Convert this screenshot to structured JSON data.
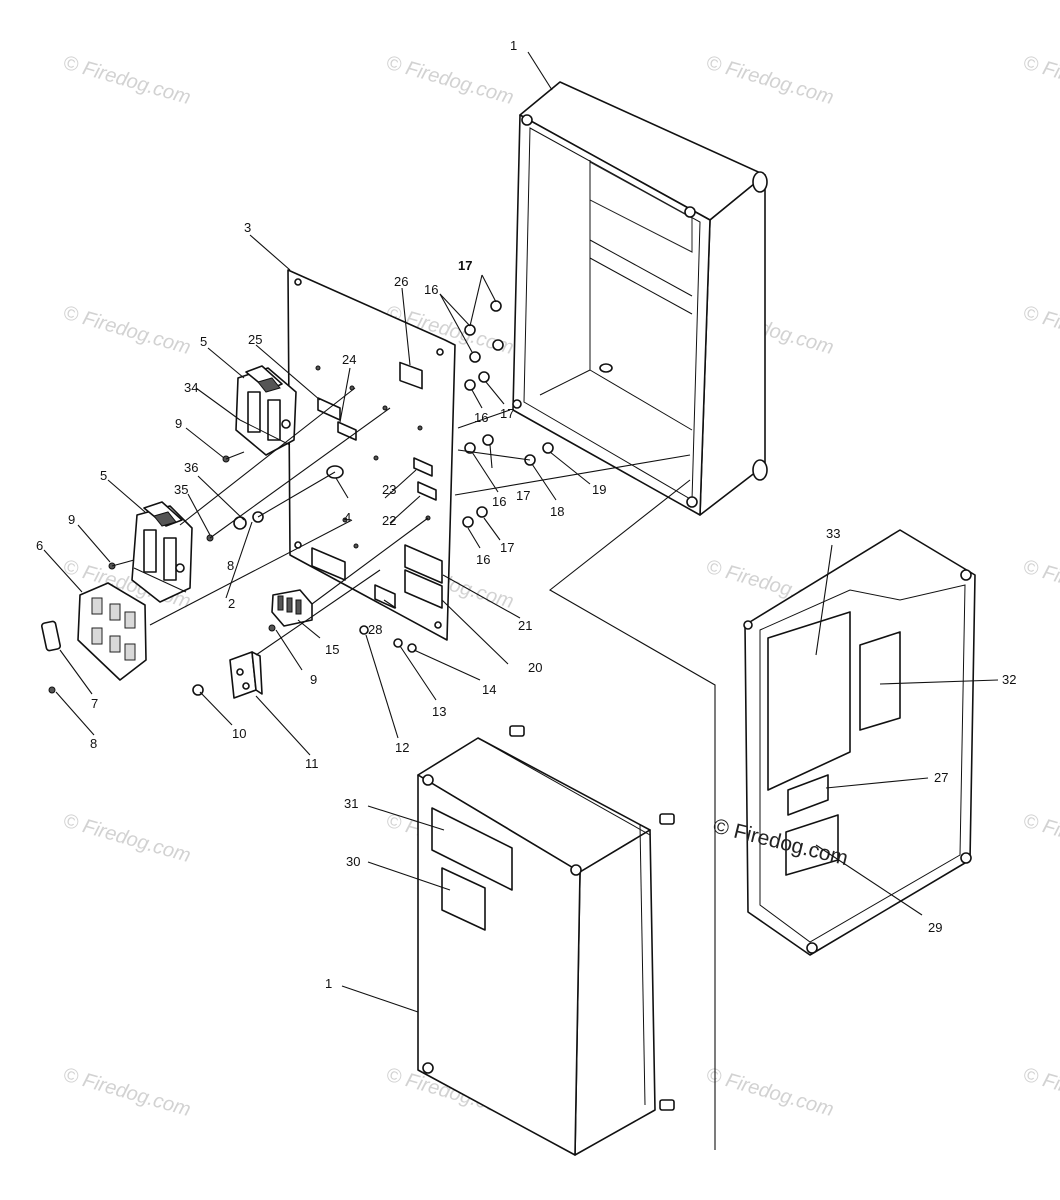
{
  "watermark": {
    "text": "© Firedog.com",
    "center_text": "© Firedog.com"
  },
  "callouts": {
    "c1_top": "1",
    "c1_bottom": "1",
    "c2": "2",
    "c3": "3",
    "c4": "4",
    "c5_top": "5",
    "c5_bottom": "5",
    "c6": "6",
    "c7": "7",
    "c8_a": "8",
    "c8_b": "8",
    "c9_a": "9",
    "c9_b": "9",
    "c9_c": "9",
    "c10": "10",
    "c11": "11",
    "c12": "12",
    "c13": "13",
    "c14": "14",
    "c15": "15",
    "c16_a": "16",
    "c16_b": "16",
    "c16_c": "16",
    "c16_d": "16",
    "c17_a": "17",
    "c17_b": "17",
    "c17_c": "17",
    "c17_d": "17",
    "c18": "18",
    "c19": "19",
    "c20": "20",
    "c21": "21",
    "c22": "22",
    "c23": "23",
    "c24": "24",
    "c25": "25",
    "c26": "26",
    "c27": "27",
    "c28": "28",
    "c29": "29",
    "c30": "30",
    "c31": "31",
    "c32": "32",
    "c33": "33",
    "c34": "34",
    "c35": "35",
    "c36": "36"
  }
}
